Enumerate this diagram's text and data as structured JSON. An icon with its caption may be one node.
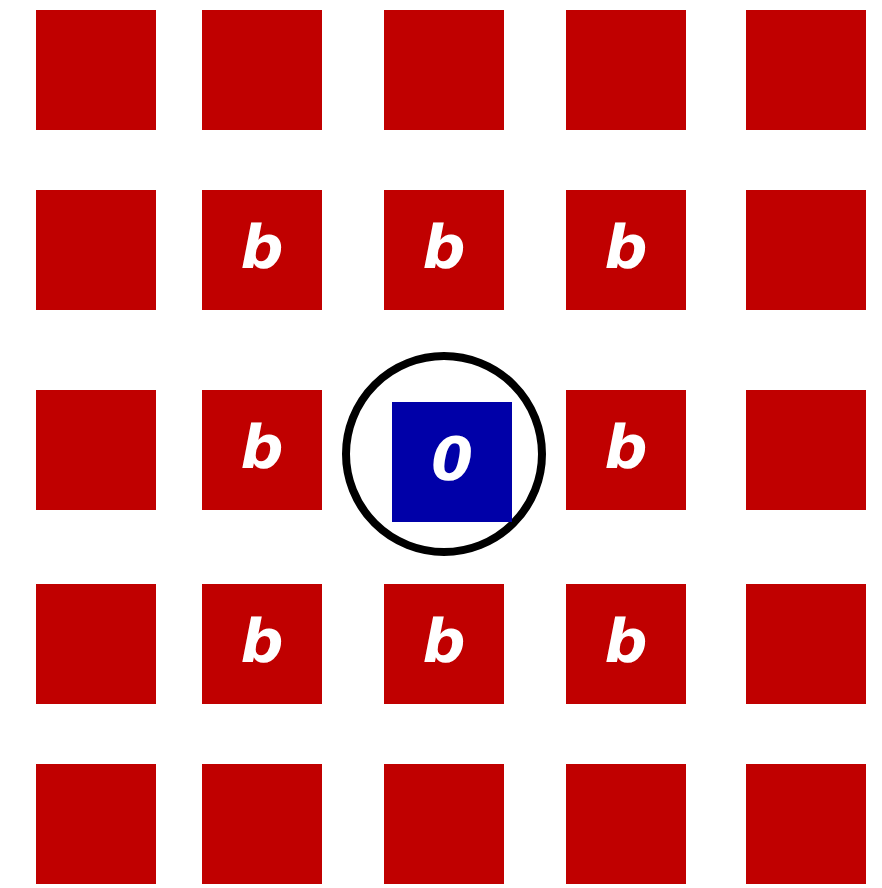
{
  "diagram": {
    "nodes": [
      {
        "text": [],
        "shape": "box"
      },
      {
        "text": [],
        "shape": "box"
      },
      {
        "text": [],
        "shape": "box"
      },
      {
        "text": [],
        "shape": "box"
      },
      {
        "text": [],
        "shape": "box"
      },
      {
        "text": [],
        "shape": "box"
      },
      {
        "text": [
          "b"
        ]
      },
      {
        "text": [
          "b"
        ]
      },
      {
        "text": [
          "b"
        ]
      },
      {
        "text": [],
        "shape": "box"
      },
      {
        "text": [],
        "shape": "box"
      },
      {
        "text": [
          "b"
        ]
      },
      {
        "text": [],
        "shape": "circle"
      },
      {
        "text": [
          "0"
        ],
        "in": 12
      },
      {
        "text": [
          "b"
        ]
      },
      {
        "text": [],
        "shape": "box"
      },
      {
        "text": [],
        "shape": "box"
      },
      {
        "text": [
          "b"
        ]
      },
      {
        "text": [
          "b"
        ]
      },
      {
        "text": [
          "b"
        ]
      },
      {
        "text": [],
        "shape": "box"
      },
      {
        "text": [],
        "shape": "box"
      },
      {
        "text": [],
        "shape": "box"
      },
      {
        "text": [],
        "shape": "box"
      },
      {
        "text": [],
        "shape": "box"
      },
      {
        "text": [],
        "shape": "box"
      }
    ]
  }
}
